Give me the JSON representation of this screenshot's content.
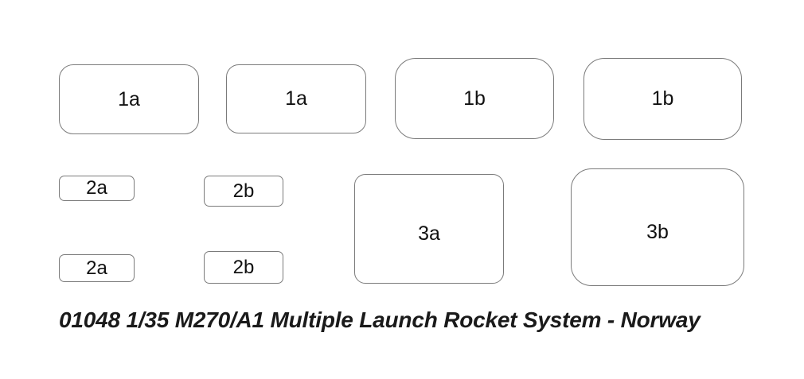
{
  "sheet": {
    "background_color": "#ffffff",
    "outline_color": "#7b7b7b",
    "text_color": "#111111",
    "caption": "01048 1/35 M270/A1 Multiple Launch Rocket System - Norway"
  },
  "parts": [
    {
      "id": "1a-left",
      "label": "1a",
      "row": 1,
      "shape": "rounded-rectangle"
    },
    {
      "id": "1a-right",
      "label": "1a",
      "row": 1,
      "shape": "rounded-rectangle"
    },
    {
      "id": "1b-left",
      "label": "1b",
      "row": 1,
      "shape": "rounded-rectangle"
    },
    {
      "id": "1b-right",
      "label": "1b",
      "row": 1,
      "shape": "rounded-rectangle"
    },
    {
      "id": "2a-top",
      "label": "2a",
      "row": 2,
      "shape": "rounded-rectangle"
    },
    {
      "id": "2b-top",
      "label": "2b",
      "row": 2,
      "shape": "rounded-rectangle"
    },
    {
      "id": "2a-bottom",
      "label": "2a",
      "row": 3,
      "shape": "rounded-rectangle"
    },
    {
      "id": "2b-bottom",
      "label": "2b",
      "row": 3,
      "shape": "rounded-rectangle"
    },
    {
      "id": "3a",
      "label": "3a",
      "row": 2,
      "shape": "rounded-rectangle"
    },
    {
      "id": "3b",
      "label": "3b",
      "row": 2,
      "shape": "rounded-rectangle"
    }
  ]
}
